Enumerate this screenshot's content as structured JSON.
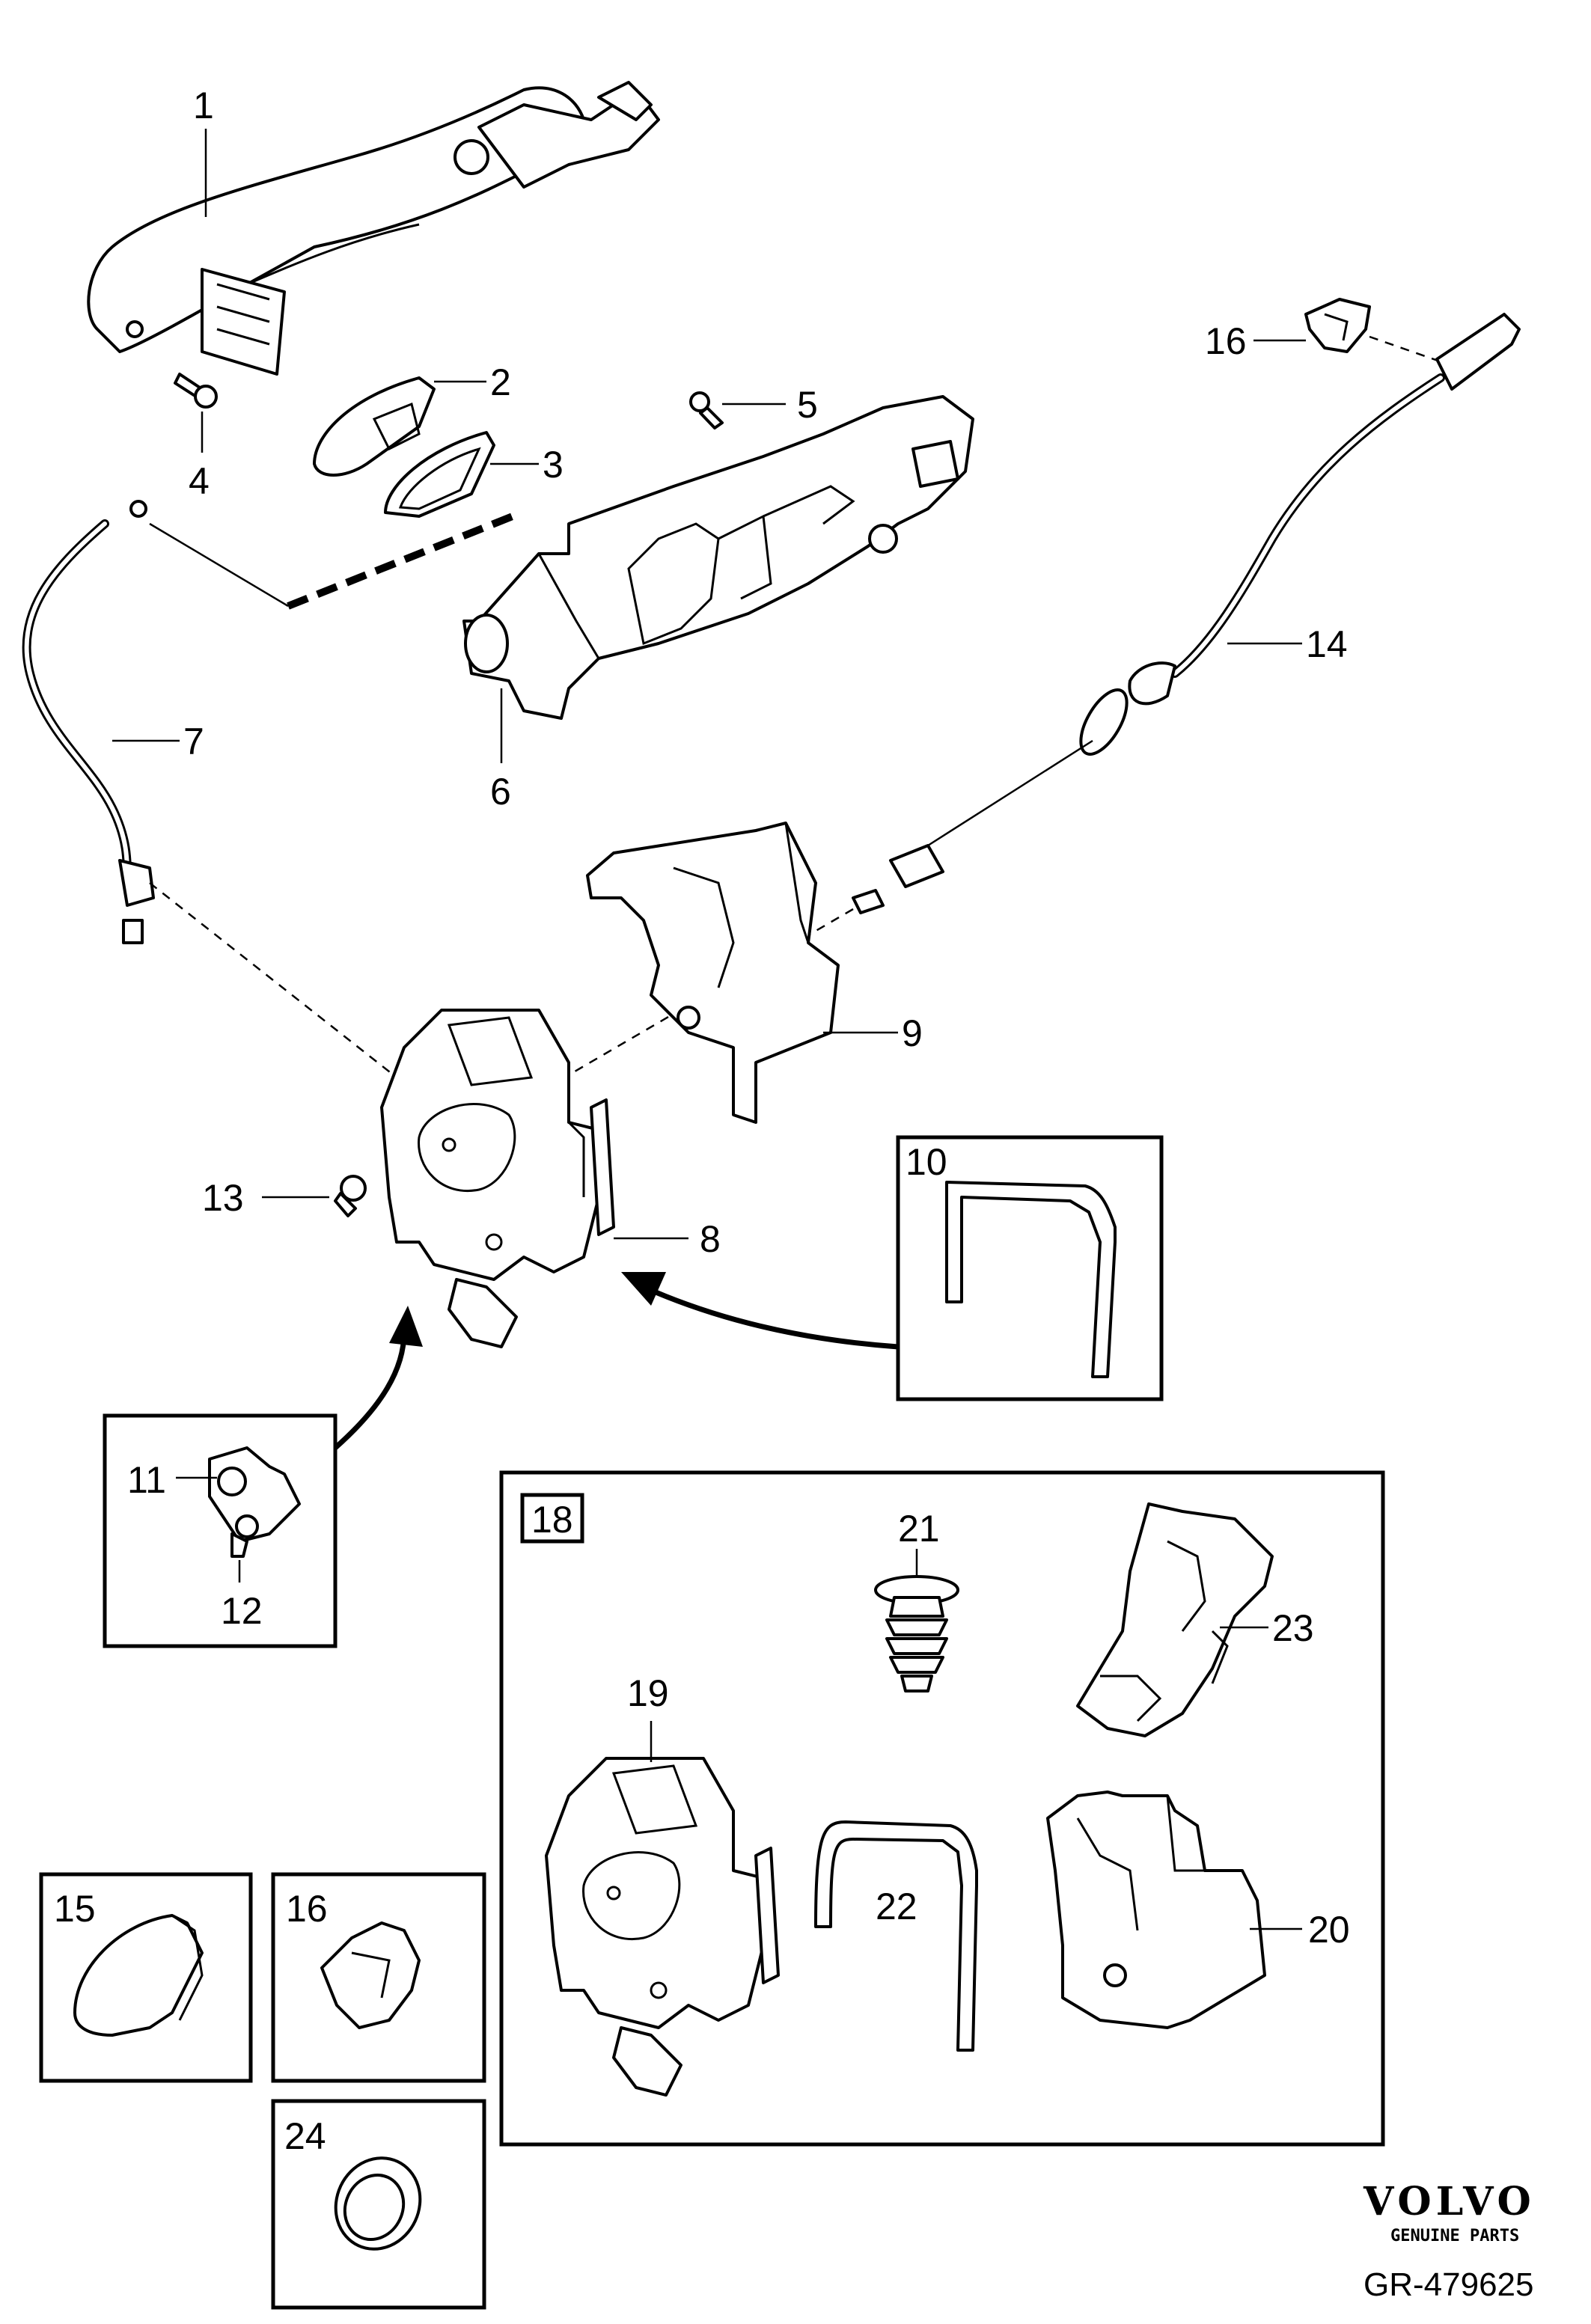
{
  "callouts": {
    "p1": "1",
    "p2": "2",
    "p3": "3",
    "p4": "4",
    "p5": "5",
    "p6": "6",
    "p7": "7",
    "p8": "8",
    "p9": "9",
    "p10": "10",
    "p11": "11",
    "p12": "12",
    "p13": "13",
    "p14": "14",
    "p15": "15",
    "p16": "16",
    "p16b": "16",
    "p18": "18",
    "p19": "19",
    "p20": "20",
    "p21": "21",
    "p22": "22",
    "p23": "23",
    "p24": "24"
  },
  "brand": {
    "name": "VOLVO",
    "tagline": "GENUINE PARTS"
  },
  "reference": "GR-479625"
}
